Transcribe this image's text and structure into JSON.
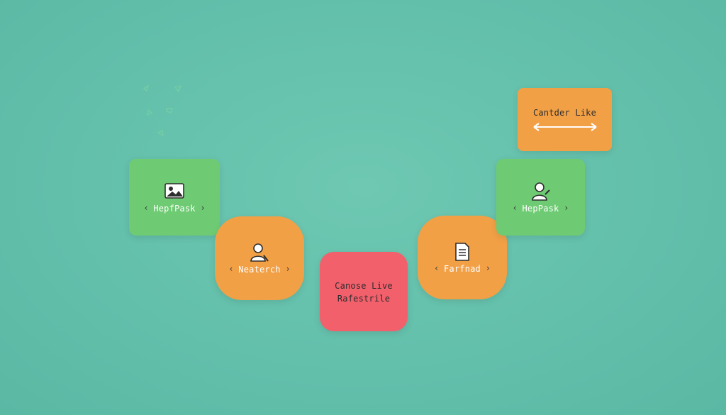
{
  "colors": {
    "background": "#64c2ac",
    "green": "#6ecb73",
    "orange": "#f2a046",
    "red": "#f2606c"
  },
  "nodes": [
    {
      "id": "left-green",
      "label": "HepfPask",
      "icon": "photo-icon"
    },
    {
      "id": "left-orange",
      "label": "Neaterch",
      "icon": "person-icon"
    },
    {
      "id": "center-red",
      "label_line1": "Canose Live",
      "label_line2": "Rafestrile"
    },
    {
      "id": "right-orange",
      "label": "Farfnad",
      "icon": "document-icon"
    },
    {
      "id": "right-green",
      "label": "HepPask",
      "icon": "person-icon"
    },
    {
      "id": "top-orange",
      "label": "Cantder Like",
      "icon": "double-arrow-icon"
    }
  ]
}
